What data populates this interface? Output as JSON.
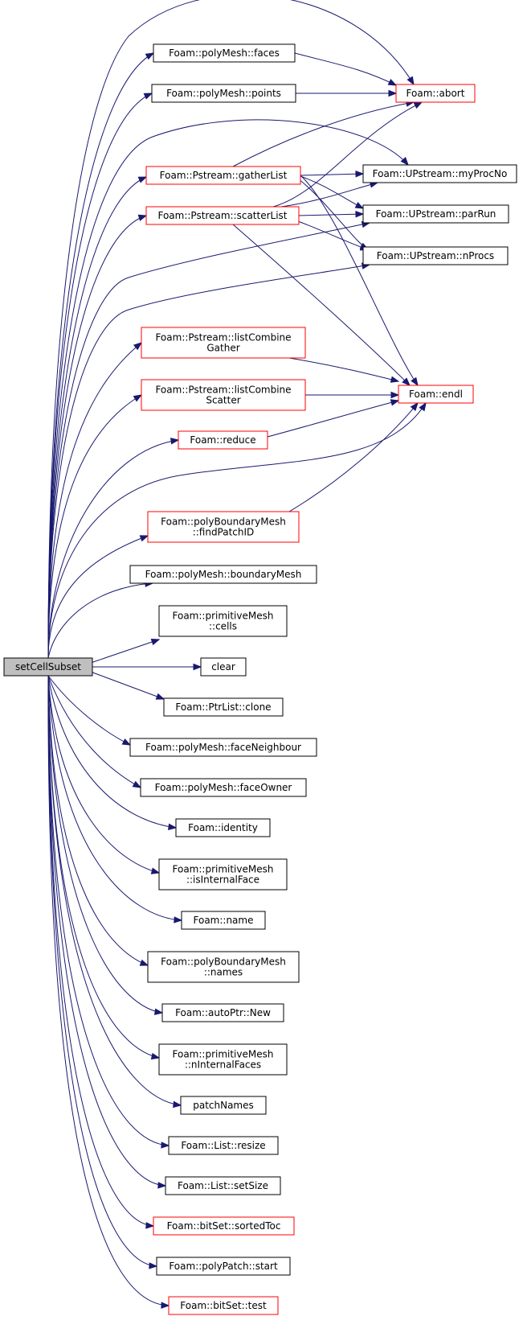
{
  "graph": {
    "root": "setCellSubset",
    "nodes": [
      {
        "id": "root",
        "lines": [
          "setCellSubset"
        ],
        "outline": "black",
        "root": true
      },
      {
        "id": "polyMesh_faces",
        "lines": [
          "Foam::polyMesh::faces"
        ],
        "outline": "black"
      },
      {
        "id": "polyMesh_points",
        "lines": [
          "Foam::polyMesh::points"
        ],
        "outline": "black"
      },
      {
        "id": "abort",
        "lines": [
          "Foam::abort"
        ],
        "outline": "red"
      },
      {
        "id": "gatherList",
        "lines": [
          "Foam::Pstream::gatherList"
        ],
        "outline": "red"
      },
      {
        "id": "myProcNo",
        "lines": [
          "Foam::UPstream::myProcNo"
        ],
        "outline": "black"
      },
      {
        "id": "scatterList",
        "lines": [
          "Foam::Pstream::scatterList"
        ],
        "outline": "red"
      },
      {
        "id": "parRun",
        "lines": [
          "Foam::UPstream::parRun"
        ],
        "outline": "black"
      },
      {
        "id": "nProcs",
        "lines": [
          "Foam::UPstream::nProcs"
        ],
        "outline": "black"
      },
      {
        "id": "listCombineGather",
        "lines": [
          "Foam::Pstream::listCombine",
          "Gather"
        ],
        "outline": "red"
      },
      {
        "id": "listCombineScatter",
        "lines": [
          "Foam::Pstream::listCombine",
          "Scatter"
        ],
        "outline": "red"
      },
      {
        "id": "endl",
        "lines": [
          "Foam::endl"
        ],
        "outline": "red"
      },
      {
        "id": "reduce",
        "lines": [
          "Foam::reduce"
        ],
        "outline": "red"
      },
      {
        "id": "findPatchID",
        "lines": [
          "Foam::polyBoundaryMesh",
          "::findPatchID"
        ],
        "outline": "red"
      },
      {
        "id": "boundaryMesh",
        "lines": [
          "Foam::polyMesh::boundaryMesh"
        ],
        "outline": "black"
      },
      {
        "id": "cells",
        "lines": [
          "Foam::primitiveMesh",
          "::cells"
        ],
        "outline": "black"
      },
      {
        "id": "clear",
        "lines": [
          "clear"
        ],
        "outline": "black"
      },
      {
        "id": "clone",
        "lines": [
          "Foam::PtrList::clone"
        ],
        "outline": "black"
      },
      {
        "id": "faceNeighbour",
        "lines": [
          "Foam::polyMesh::faceNeighbour"
        ],
        "outline": "black"
      },
      {
        "id": "faceOwner",
        "lines": [
          "Foam::polyMesh::faceOwner"
        ],
        "outline": "black"
      },
      {
        "id": "identity",
        "lines": [
          "Foam::identity"
        ],
        "outline": "black"
      },
      {
        "id": "isInternalFace",
        "lines": [
          "Foam::primitiveMesh",
          "::isInternalFace"
        ],
        "outline": "black"
      },
      {
        "id": "name",
        "lines": [
          "Foam::name"
        ],
        "outline": "black"
      },
      {
        "id": "names",
        "lines": [
          "Foam::polyBoundaryMesh",
          "::names"
        ],
        "outline": "black"
      },
      {
        "id": "autoPtrNew",
        "lines": [
          "Foam::autoPtr::New"
        ],
        "outline": "black"
      },
      {
        "id": "nInternalFaces",
        "lines": [
          "Foam::primitiveMesh",
          "::nInternalFaces"
        ],
        "outline": "black"
      },
      {
        "id": "patchNames",
        "lines": [
          "patchNames"
        ],
        "outline": "black"
      },
      {
        "id": "resize",
        "lines": [
          "Foam::List::resize"
        ],
        "outline": "black"
      },
      {
        "id": "setSize",
        "lines": [
          "Foam::List::setSize"
        ],
        "outline": "black"
      },
      {
        "id": "sortedToc",
        "lines": [
          "Foam::bitSet::sortedToc"
        ],
        "outline": "red"
      },
      {
        "id": "start",
        "lines": [
          "Foam::polyPatch::start"
        ],
        "outline": "black"
      },
      {
        "id": "test",
        "lines": [
          "Foam::bitSet::test"
        ],
        "outline": "red"
      }
    ],
    "colors": {
      "edge": "#191970",
      "root_fill": "#bfbfbf",
      "red_outline": "#ff0000",
      "black_outline": "#000000",
      "background": "#ffffff"
    }
  }
}
